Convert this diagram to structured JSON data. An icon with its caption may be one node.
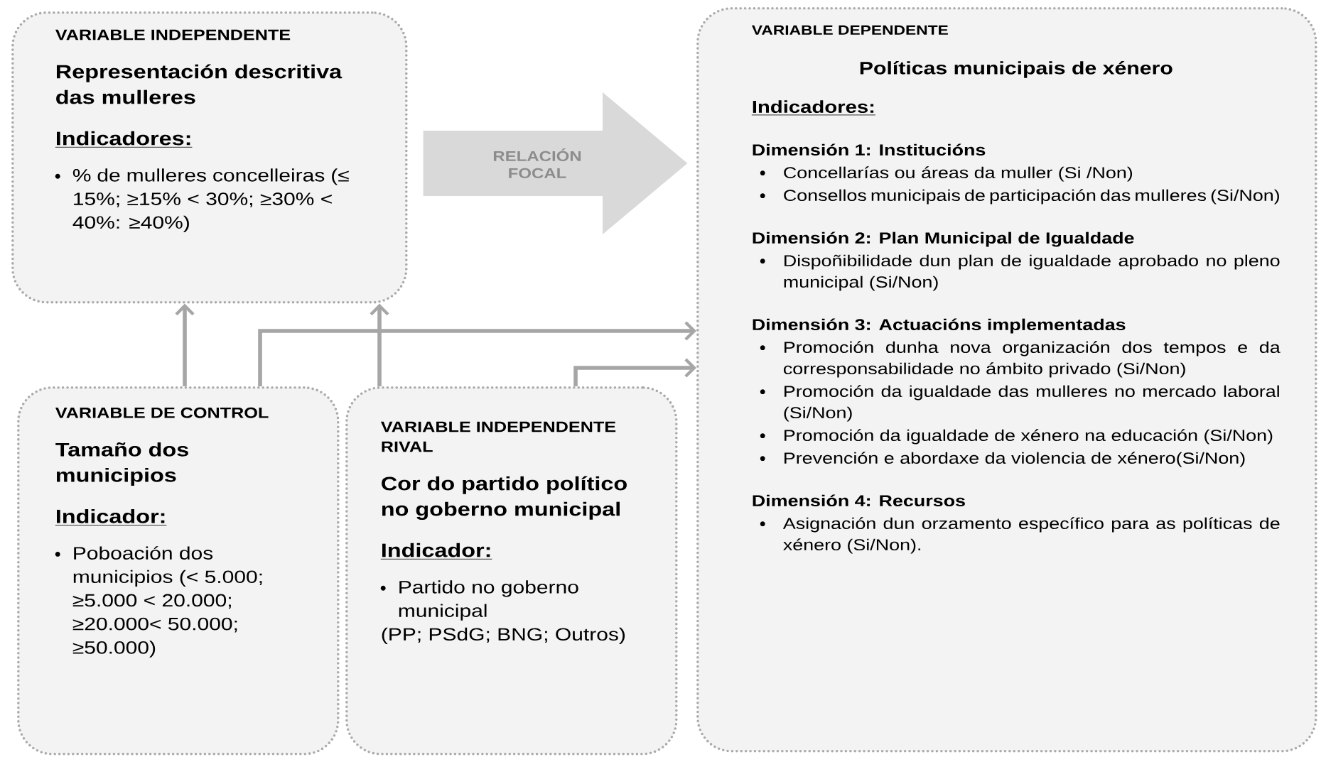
{
  "diagram": {
    "nodes": [
      {
        "text": [
          "VARIABLE INDEPENDENTE",
          "Representación descritiva das mulleres",
          "Indicadores:",
          "% de mulleres concelleiras (≤ 15%;  ≥15% < 30%; ≥30% < 40%: ≥40%)"
        ]
      },
      {
        "text": [
          "VARIABLE DEPENDENTE",
          "Políticas municipais de xénero",
          "Indicadores:",
          "Dimensión 1: Institucións",
          "Concellarías ou áreas da muller (Si /Non)",
          "Consellos municipais de participación das mulleres (Si/Non)",
          "Dimensión 2: Plan Municipal de Igualdade",
          "Dispoñibilidade dun plan de igualdade aprobado no pleno municipal (Si/Non)",
          "Dimensión 3: Actuacións implementadas",
          "Promoción dunha nova organización dos tempos e da corresponsabilidade no ámbito privado (Si/Non)",
          "Promoción da igualdade das mulleres no mercado laboral (Si/Non)",
          "Promoción da igualdade de xénero na educación (Si/Non)",
          "Prevención e abordaxe da violencia de xénero(Si/Non)",
          "Dimensión 4: Recursos",
          "Asignación dun orzamento específico para as políticas de xénero (Si/Non)."
        ]
      },
      {
        "text": [
          "VARIABLE DE CONTROL",
          "Tamaño dos municipios",
          "Indicador:",
          "Poboación dos municipios (< 5.000; ≥5.000  < 20.000; ≥20.000< 50.000; ≥50.000)"
        ]
      },
      {
        "text": [
          "VARIABLE INDEPENDENTE RIVAL",
          "Cor do partido político no goberno municipal",
          "Indicador:",
          "Partido no goberno municipal",
          "(PP; PSdG; BNG; Outros)"
        ]
      }
    ],
    "edges": [
      {
        "from": 0,
        "to": 1,
        "arrow": "to",
        "label": "RELACIÓN FOCAL",
        "style": "thick",
        "color": "#d9d9d9"
      },
      {
        "from": 2,
        "to": 0,
        "arrow": "to"
      },
      {
        "from": 2,
        "to": 1,
        "arrow": "to"
      },
      {
        "from": 3,
        "to": 0,
        "arrow": "to"
      },
      {
        "from": 3,
        "to": 1,
        "arrow": "to"
      }
    ]
  }
}
